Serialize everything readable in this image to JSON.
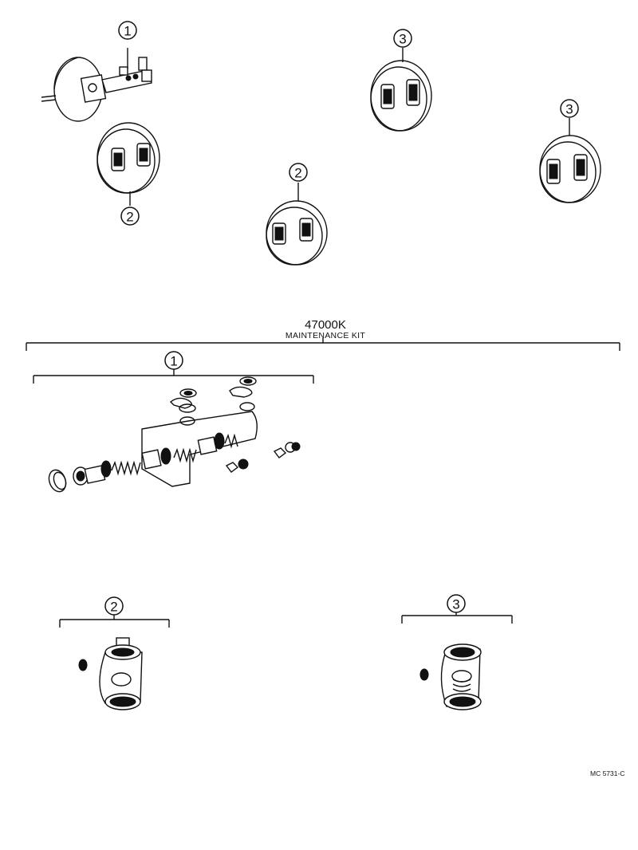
{
  "callouts": {
    "master_cylinder": "1",
    "front_wheel_cyl_a": "2",
    "front_wheel_cyl_b": "2",
    "rear_wheel_cyl_a": "3",
    "rear_wheel_cyl_b": "3",
    "kit_group_1": "1",
    "kit_group_2": "2",
    "kit_group_3": "3"
  },
  "kit": {
    "part_number": "47000K",
    "description": "MAINTENANCE KIT"
  },
  "reference_code": "MC 5731-C"
}
